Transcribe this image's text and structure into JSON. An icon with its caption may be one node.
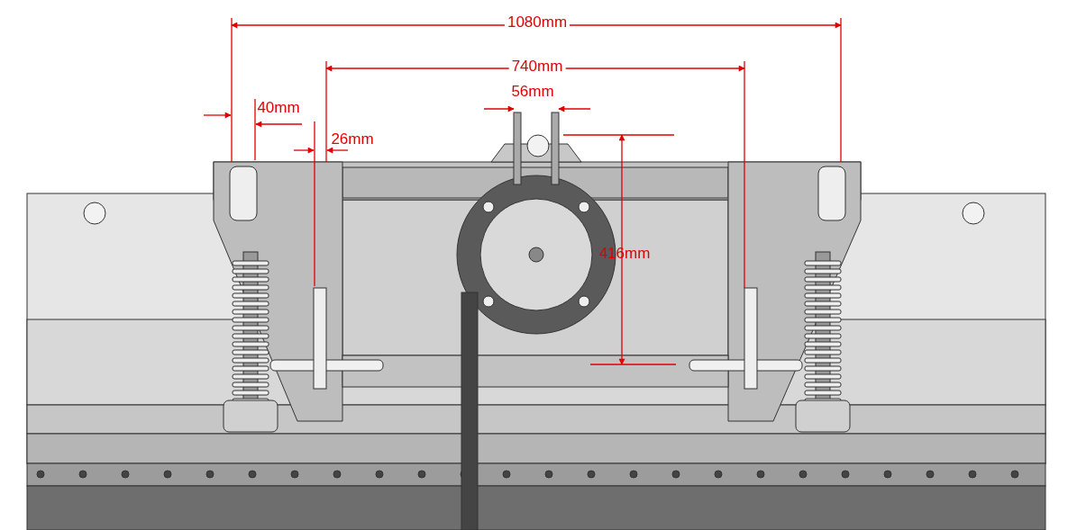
{
  "diagram": {
    "labels": [
      "1080mm",
      "740mm",
      "56mm",
      "40mm",
      "26mm",
      "416mm"
    ]
  }
}
